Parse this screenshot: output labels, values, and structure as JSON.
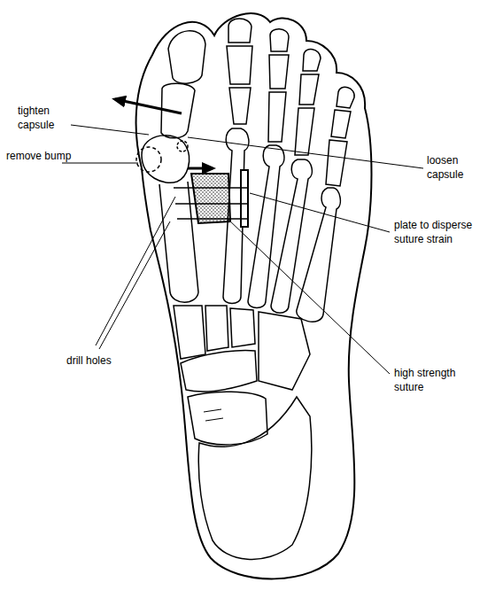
{
  "diagram": {
    "labels": [
      "tighten capsule",
      "remove bump",
      "drill holes",
      "loosen capsule",
      "plate to disperse suture strain",
      "high strength suture"
    ]
  }
}
